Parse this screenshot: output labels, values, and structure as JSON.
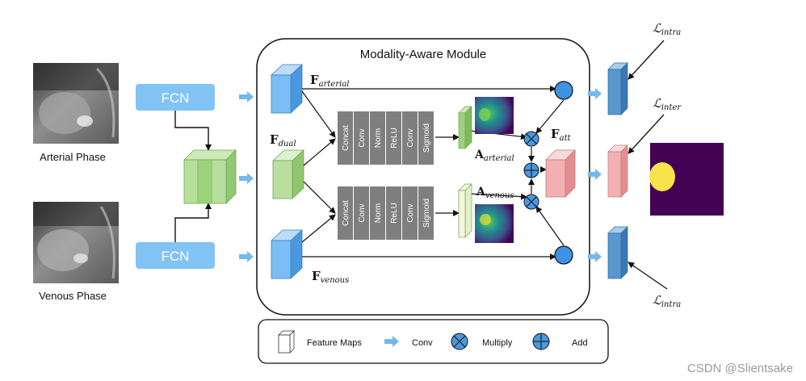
{
  "module_title": "Modality-Aware Module",
  "inputs": {
    "arterial_caption": "Arterial Phase",
    "venous_caption": "Venous Phase"
  },
  "fcn_label": "FCN",
  "features": {
    "arterial": {
      "main": "F",
      "sub": "arterial"
    },
    "dual": {
      "main": "F",
      "sub": "dual"
    },
    "venous": {
      "main": "F",
      "sub": "venous"
    },
    "att": {
      "main": "F",
      "sub": "att"
    }
  },
  "attention": {
    "arterial": {
      "main": "A",
      "sub": "arterial"
    },
    "venous": {
      "main": "A",
      "sub": "venous"
    }
  },
  "blocks": [
    "Concat",
    "Conv",
    "Norm",
    "ReLU",
    "Conv",
    "Sigmoid"
  ],
  "losses": {
    "intra_top": {
      "main": "ℒ",
      "sub": "intra"
    },
    "inter": {
      "main": "ℒ",
      "sub": "inter"
    },
    "intra_bottom": {
      "main": "ℒ",
      "sub": "intra"
    }
  },
  "legend": {
    "feature_maps": "Feature Maps",
    "conv": "Conv",
    "multiply": "Multiply",
    "add": "Add"
  },
  "watermark": "CSDN @Slientsake",
  "colors": {
    "fcn": "#82c3f5",
    "arrow": "#74b9ec",
    "feature_blue": "#6eb6f4",
    "feature_green": "#a9d88a",
    "feature_pink": "#f2b0b3",
    "block_gray": "#7f7f7f",
    "node_blue": "#3d92e3",
    "heatmap_bg": "#440154",
    "segmentation": "#f7e24a"
  }
}
